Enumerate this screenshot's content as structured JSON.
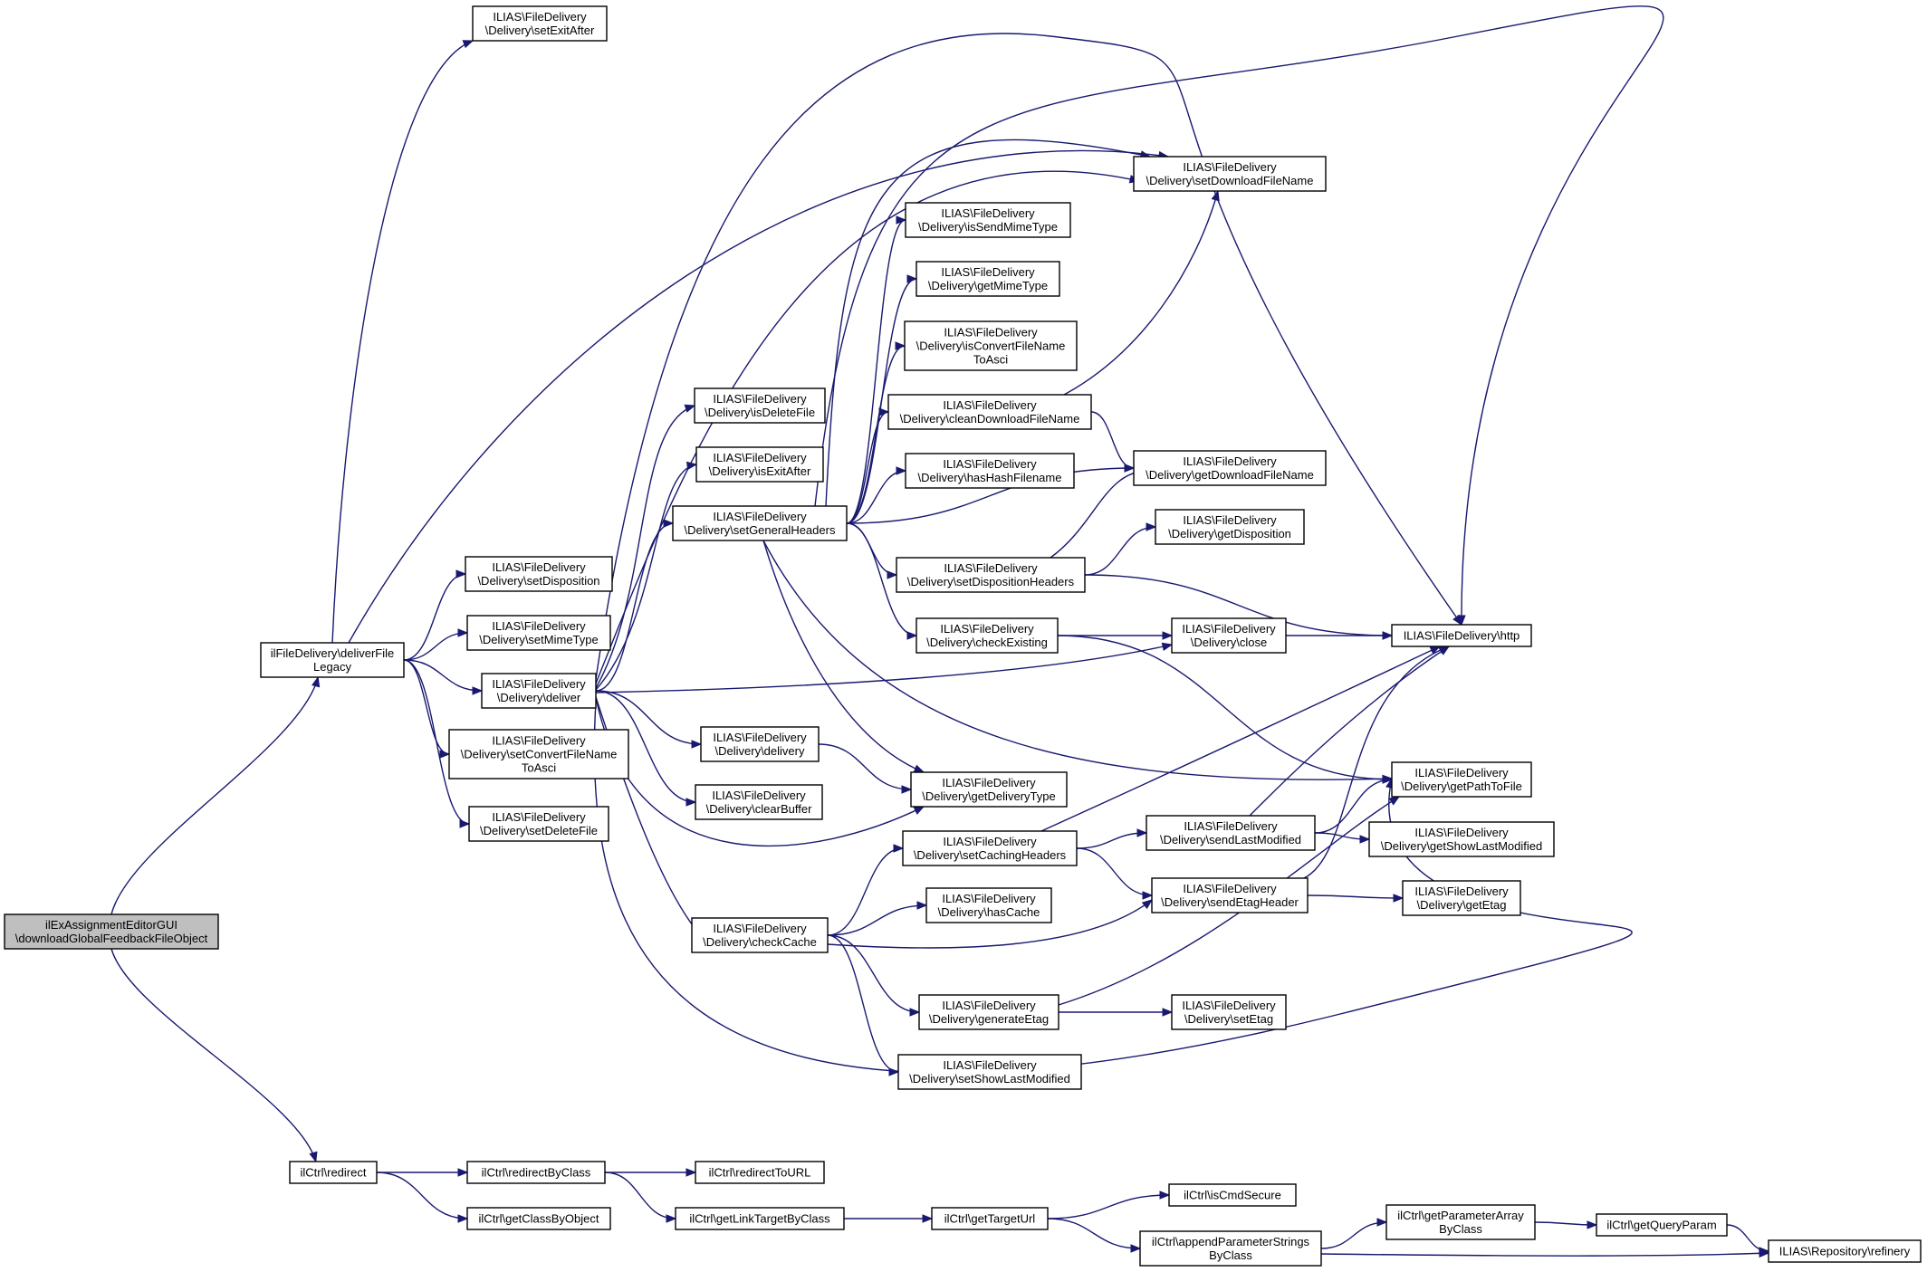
{
  "nodes": [
    {
      "id": "root",
      "lines": [
        "ilExAssignmentEditorGUI",
        "\\downloadGlobalFeedbackFileObject"
      ],
      "root": true
    },
    {
      "id": "deliverFileLegacy",
      "lines": [
        "ilFileDelivery\\deliverFile",
        "Legacy"
      ]
    },
    {
      "id": "redirect",
      "lines": [
        "ilCtrl\\redirect"
      ]
    },
    {
      "id": "setExitAfter",
      "lines": [
        "ILIAS\\FileDelivery",
        "\\Delivery\\setExitAfter"
      ]
    },
    {
      "id": "setDisposition",
      "lines": [
        "ILIAS\\FileDelivery",
        "\\Delivery\\setDisposition"
      ]
    },
    {
      "id": "setMimeType",
      "lines": [
        "ILIAS\\FileDelivery",
        "\\Delivery\\setMimeType"
      ]
    },
    {
      "id": "deliver",
      "lines": [
        "ILIAS\\FileDelivery",
        "\\Delivery\\deliver"
      ]
    },
    {
      "id": "setConvertFileNameToAsci",
      "lines": [
        "ILIAS\\FileDelivery",
        "\\Delivery\\setConvertFileName",
        "ToAsci"
      ]
    },
    {
      "id": "setDeleteFile",
      "lines": [
        "ILIAS\\FileDelivery",
        "\\Delivery\\setDeleteFile"
      ]
    },
    {
      "id": "isDeleteFile",
      "lines": [
        "ILIAS\\FileDelivery",
        "\\Delivery\\isDeleteFile"
      ]
    },
    {
      "id": "isExitAfter",
      "lines": [
        "ILIAS\\FileDelivery",
        "\\Delivery\\isExitAfter"
      ]
    },
    {
      "id": "setGeneralHeaders",
      "lines": [
        "ILIAS\\FileDelivery",
        "\\Delivery\\setGeneralHeaders"
      ]
    },
    {
      "id": "delivery",
      "lines": [
        "ILIAS\\FileDelivery",
        "\\Delivery\\delivery"
      ]
    },
    {
      "id": "clearBuffer",
      "lines": [
        "ILIAS\\FileDelivery",
        "\\Delivery\\clearBuffer"
      ]
    },
    {
      "id": "checkCache",
      "lines": [
        "ILIAS\\FileDelivery",
        "\\Delivery\\checkCache"
      ]
    },
    {
      "id": "isSendMimeType",
      "lines": [
        "ILIAS\\FileDelivery",
        "\\Delivery\\isSendMimeType"
      ]
    },
    {
      "id": "getMimeType",
      "lines": [
        "ILIAS\\FileDelivery",
        "\\Delivery\\getMimeType"
      ]
    },
    {
      "id": "isConvertFileNameToAsci",
      "lines": [
        "ILIAS\\FileDelivery",
        "\\Delivery\\isConvertFileName",
        "ToAsci"
      ]
    },
    {
      "id": "cleanDownloadFileName",
      "lines": [
        "ILIAS\\FileDelivery",
        "\\Delivery\\cleanDownloadFileName"
      ]
    },
    {
      "id": "hasHashFilename",
      "lines": [
        "ILIAS\\FileDelivery",
        "\\Delivery\\hasHashFilename"
      ]
    },
    {
      "id": "setDispositionHeaders",
      "lines": [
        "ILIAS\\FileDelivery",
        "\\Delivery\\setDispositionHeaders"
      ]
    },
    {
      "id": "checkExisting",
      "lines": [
        "ILIAS\\FileDelivery",
        "\\Delivery\\checkExisting"
      ]
    },
    {
      "id": "getDeliveryType",
      "lines": [
        "ILIAS\\FileDelivery",
        "\\Delivery\\getDeliveryType"
      ]
    },
    {
      "id": "setCachingHeaders",
      "lines": [
        "ILIAS\\FileDelivery",
        "\\Delivery\\setCachingHeaders"
      ]
    },
    {
      "id": "hasCache",
      "lines": [
        "ILIAS\\FileDelivery",
        "\\Delivery\\hasCache"
      ]
    },
    {
      "id": "generateEtag",
      "lines": [
        "ILIAS\\FileDelivery",
        "\\Delivery\\generateEtag"
      ]
    },
    {
      "id": "setShowLastModified",
      "lines": [
        "ILIAS\\FileDelivery",
        "\\Delivery\\setShowLastModified"
      ]
    },
    {
      "id": "setDownloadFileName",
      "lines": [
        "ILIAS\\FileDelivery",
        "\\Delivery\\setDownloadFileName"
      ]
    },
    {
      "id": "getDownloadFileName",
      "lines": [
        "ILIAS\\FileDelivery",
        "\\Delivery\\getDownloadFileName"
      ]
    },
    {
      "id": "getDisposition",
      "lines": [
        "ILIAS\\FileDelivery",
        "\\Delivery\\getDisposition"
      ]
    },
    {
      "id": "close",
      "lines": [
        "ILIAS\\FileDelivery",
        "\\Delivery\\close"
      ]
    },
    {
      "id": "sendLastModified",
      "lines": [
        "ILIAS\\FileDelivery",
        "\\Delivery\\sendLastModified"
      ]
    },
    {
      "id": "sendEtagHeader",
      "lines": [
        "ILIAS\\FileDelivery",
        "\\Delivery\\sendEtagHeader"
      ]
    },
    {
      "id": "setEtag",
      "lines": [
        "ILIAS\\FileDelivery",
        "\\Delivery\\setEtag"
      ]
    },
    {
      "id": "http",
      "lines": [
        "ILIAS\\FileDelivery\\http"
      ]
    },
    {
      "id": "getPathToFile",
      "lines": [
        "ILIAS\\FileDelivery",
        "\\Delivery\\getPathToFile"
      ]
    },
    {
      "id": "getShowLastModified",
      "lines": [
        "ILIAS\\FileDelivery",
        "\\Delivery\\getShowLastModified"
      ]
    },
    {
      "id": "getEtag",
      "lines": [
        "ILIAS\\FileDelivery",
        "\\Delivery\\getEtag"
      ]
    },
    {
      "id": "redirectByClass",
      "lines": [
        "ilCtrl\\redirectByClass"
      ]
    },
    {
      "id": "getClassByObject",
      "lines": [
        "ilCtrl\\getClassByObject"
      ]
    },
    {
      "id": "redirectToURL",
      "lines": [
        "ilCtrl\\redirectToURL"
      ]
    },
    {
      "id": "getLinkTargetByClass",
      "lines": [
        "ilCtrl\\getLinkTargetByClass"
      ]
    },
    {
      "id": "getTargetUrl",
      "lines": [
        "ilCtrl\\getTargetUrl"
      ]
    },
    {
      "id": "isCmdSecure",
      "lines": [
        "ilCtrl\\isCmdSecure"
      ]
    },
    {
      "id": "appendParameterStringsByClass",
      "lines": [
        "ilCtrl\\appendParameterStrings",
        "ByClass"
      ]
    },
    {
      "id": "getParameterArrayByClass",
      "lines": [
        "ilCtrl\\getParameterArray",
        "ByClass"
      ]
    },
    {
      "id": "getQueryParam",
      "lines": [
        "ilCtrl\\getQueryParam"
      ]
    },
    {
      "id": "refinery",
      "lines": [
        "ILIAS\\Repository\\refinery"
      ]
    }
  ],
  "edges": [
    [
      "root",
      "deliverFileLegacy"
    ],
    [
      "root",
      "redirect"
    ],
    [
      "deliverFileLegacy",
      "setExitAfter"
    ],
    [
      "deliverFileLegacy",
      "setDisposition"
    ],
    [
      "deliverFileLegacy",
      "setMimeType"
    ],
    [
      "deliverFileLegacy",
      "deliver"
    ],
    [
      "deliverFileLegacy",
      "setConvertFileNameToAsci"
    ],
    [
      "deliverFileLegacy",
      "setDeleteFile"
    ],
    [
      "deliverFileLegacy",
      "setDownloadFileName"
    ],
    [
      "deliver",
      "isDeleteFile"
    ],
    [
      "deliver",
      "isExitAfter"
    ],
    [
      "deliver",
      "setGeneralHeaders"
    ],
    [
      "deliver",
      "delivery"
    ],
    [
      "deliver",
      "clearBuffer"
    ],
    [
      "deliver",
      "checkCache"
    ],
    [
      "deliver",
      "getDeliveryType"
    ],
    [
      "deliver",
      "close"
    ],
    [
      "deliver",
      "http"
    ],
    [
      "deliver",
      "getPathToFile"
    ],
    [
      "deliver",
      "setDownloadFileName"
    ],
    [
      "setGeneralHeaders",
      "isSendMimeType"
    ],
    [
      "setGeneralHeaders",
      "getMimeType"
    ],
    [
      "setGeneralHeaders",
      "isConvertFileNameToAsci"
    ],
    [
      "setGeneralHeaders",
      "cleanDownloadFileName"
    ],
    [
      "setGeneralHeaders",
      "hasHashFilename"
    ],
    [
      "setGeneralHeaders",
      "getDownloadFileName"
    ],
    [
      "setGeneralHeaders",
      "setDispositionHeaders"
    ],
    [
      "setGeneralHeaders",
      "checkExisting"
    ],
    [
      "setGeneralHeaders",
      "getDeliveryType"
    ],
    [
      "setGeneralHeaders",
      "getPathToFile"
    ],
    [
      "setGeneralHeaders",
      "setDownloadFileName"
    ],
    [
      "setGeneralHeaders",
      "http"
    ],
    [
      "cleanDownloadFileName",
      "setDownloadFileName"
    ],
    [
      "cleanDownloadFileName",
      "getDownloadFileName"
    ],
    [
      "setDispositionHeaders",
      "getDownloadFileName"
    ],
    [
      "setDispositionHeaders",
      "getDisposition"
    ],
    [
      "setDispositionHeaders",
      "http"
    ],
    [
      "checkExisting",
      "close"
    ],
    [
      "checkExisting",
      "getPathToFile"
    ],
    [
      "close",
      "http"
    ],
    [
      "delivery",
      "getDeliveryType"
    ],
    [
      "checkCache",
      "setCachingHeaders"
    ],
    [
      "checkCache",
      "hasCache"
    ],
    [
      "checkCache",
      "sendEtagHeader"
    ],
    [
      "checkCache",
      "generateEtag"
    ],
    [
      "checkCache",
      "setShowLastModified"
    ],
    [
      "setCachingHeaders",
      "sendLastModified"
    ],
    [
      "setCachingHeaders",
      "sendEtagHeader"
    ],
    [
      "setCachingHeaders",
      "http"
    ],
    [
      "sendLastModified",
      "http"
    ],
    [
      "sendLastModified",
      "getPathToFile"
    ],
    [
      "sendLastModified",
      "getShowLastModified"
    ],
    [
      "sendEtagHeader",
      "http"
    ],
    [
      "sendEtagHeader",
      "getEtag"
    ],
    [
      "generateEtag",
      "setEtag"
    ],
    [
      "generateEtag",
      "getPathToFile"
    ],
    [
      "redirect",
      "redirectByClass"
    ],
    [
      "redirect",
      "getClassByObject"
    ],
    [
      "redirectByClass",
      "redirectToURL"
    ],
    [
      "redirectByClass",
      "getLinkTargetByClass"
    ],
    [
      "getLinkTargetByClass",
      "getTargetUrl"
    ],
    [
      "getTargetUrl",
      "isCmdSecure"
    ],
    [
      "getTargetUrl",
      "appendParameterStringsByClass"
    ],
    [
      "appendParameterStringsByClass",
      "getParameterArrayByClass"
    ],
    [
      "appendParameterStringsByClass",
      "refinery"
    ],
    [
      "getParameterArrayByClass",
      "getQueryParam"
    ],
    [
      "getQueryParam",
      "refinery"
    ]
  ]
}
